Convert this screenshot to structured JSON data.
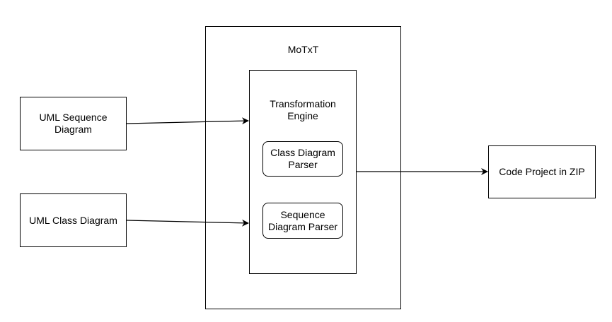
{
  "diagram": {
    "inputs": {
      "uml_sequence": "UML Sequence\nDiagram",
      "uml_class": "UML Class Diagram"
    },
    "motxt": {
      "title": "MoTxT",
      "engine": {
        "title": "Transformation\nEngine",
        "class_parser": "Class Diagram\nParser",
        "sequence_parser": "Sequence\nDiagram Parser"
      }
    },
    "output": "Code Project in ZIP"
  }
}
